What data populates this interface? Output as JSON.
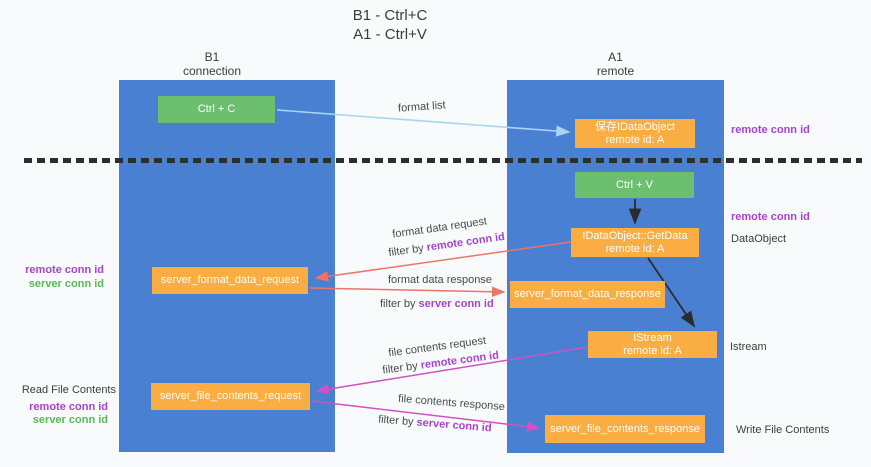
{
  "title": {
    "line1": "B1 - Ctrl+C",
    "line2": "A1 - Ctrl+V"
  },
  "columns": {
    "b1": {
      "line1": "B1",
      "line2": "connection"
    },
    "a1": {
      "line1": "A1",
      "line2": "remote"
    }
  },
  "nodes": {
    "ctrl_c": {
      "label": "Ctrl + C"
    },
    "ctrl_v": {
      "label": "Ctrl + V"
    },
    "save_dataobject": {
      "line1": "保存IDataObject",
      "line2": "remote id: A"
    },
    "getdata": {
      "line1": "IDataObject::GetData",
      "line2": "remote id: A"
    },
    "istream": {
      "line1": "IStream",
      "line2": "remote id: A"
    },
    "format_request": {
      "label": "server_format_data_request"
    },
    "format_response": {
      "label": "server_format_data_response"
    },
    "file_request": {
      "label": "server_file_contents_request"
    },
    "file_response": {
      "label": "server_file_contents_response"
    }
  },
  "edge_labels": {
    "format_list": "format list",
    "format_data_request": "format data request",
    "format_data_response": "format data response",
    "file_contents_request": "file contents request",
    "file_contents_response": "file contents response",
    "filter_prefix": "filter by ",
    "remote_conn_id": "remote conn id",
    "server_conn_id": "server conn id"
  },
  "side_labels": {
    "left": {
      "remote_conn_id": "remote conn id",
      "server_conn_id": "server conn id",
      "read_file_contents": "Read File Contents",
      "remote_conn_id_2": "remote conn id",
      "server_conn_id_2": "server conn id"
    },
    "right": {
      "remote_conn_id_1": "remote conn id",
      "remote_conn_id_2": "remote conn id",
      "dataobject": "DataObject",
      "istream": "Istream",
      "write_file_contents": "Write File Contents"
    }
  },
  "colors": {
    "panel_blue": "#4a80d2",
    "node_green": "#6dbf70",
    "node_orange": "#f9ad42",
    "arrow_light_blue": "#a8d6f2",
    "arrow_red": "#f0736a",
    "arrow_magenta": "#cf52c5",
    "arrow_black": "#2b2b2b",
    "text_purple": "#a644cc",
    "text_green": "#57b957"
  }
}
